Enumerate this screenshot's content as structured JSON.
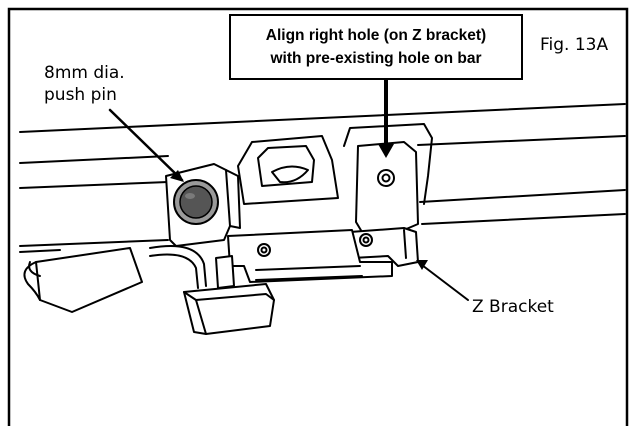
{
  "figure_label": "Fig. 13A",
  "callout": {
    "line1": "Align right hole (on Z bracket)",
    "line2": "with pre-existing hole on bar"
  },
  "push_pin_label": {
    "line1": "8mm dia.",
    "line2": "push pin"
  },
  "z_bracket_label": "Z Bracket",
  "colors": {
    "line": "#000000",
    "background": "#ffffff",
    "pin_fill": "#555555",
    "pin_ring": "#9a9a9a"
  }
}
